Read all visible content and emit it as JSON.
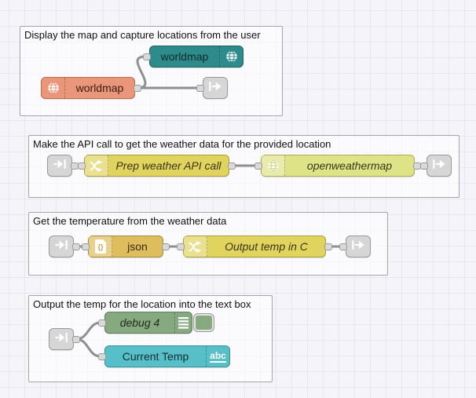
{
  "groups": {
    "display": {
      "label": "Display the map and capture locations from the user"
    },
    "api": {
      "label": "Make the API call to get the weather data for the provided location"
    },
    "temp": {
      "label": "Get the temperature from the weather data"
    },
    "output": {
      "label": "Output the temp for the location into the text box"
    }
  },
  "nodes": {
    "worldmap_out": {
      "label": "worldmap",
      "color": "#2E8B8B",
      "icon": "globe-icon"
    },
    "worldmap_in": {
      "label": "worldmap",
      "color": "#E9967A",
      "icon": "globe-icon"
    },
    "prep_weather": {
      "label": "Prep weather API call",
      "color": "#E0D45F",
      "icon": "function-icon"
    },
    "openweathermap": {
      "label": "openweathermap",
      "color": "#DFE388",
      "icon": "globe-icon"
    },
    "json": {
      "label": "json",
      "color": "#DEBD5C",
      "icon": "json-file-icon"
    },
    "output_temp": {
      "label": "Output temp in C",
      "color": "#E0D45F",
      "icon": "function-icon"
    },
    "debug": {
      "label": "debug 4",
      "color": "#87A980",
      "icon": "debug-list-icon"
    },
    "current_temp": {
      "label": "Current Temp",
      "color": "#57BFC7",
      "icon": "abc-icon",
      "icon_text": "abc"
    },
    "link": {
      "color": "#d6d6d6"
    }
  },
  "colors": {
    "wire": "#8f8f8f",
    "port_fill": "#d9d9d9",
    "port_border": "#999999",
    "group_border": "#a6a6a6",
    "canvas_bg": "#f5f5f9",
    "grid_line": "#e7e7f0"
  }
}
